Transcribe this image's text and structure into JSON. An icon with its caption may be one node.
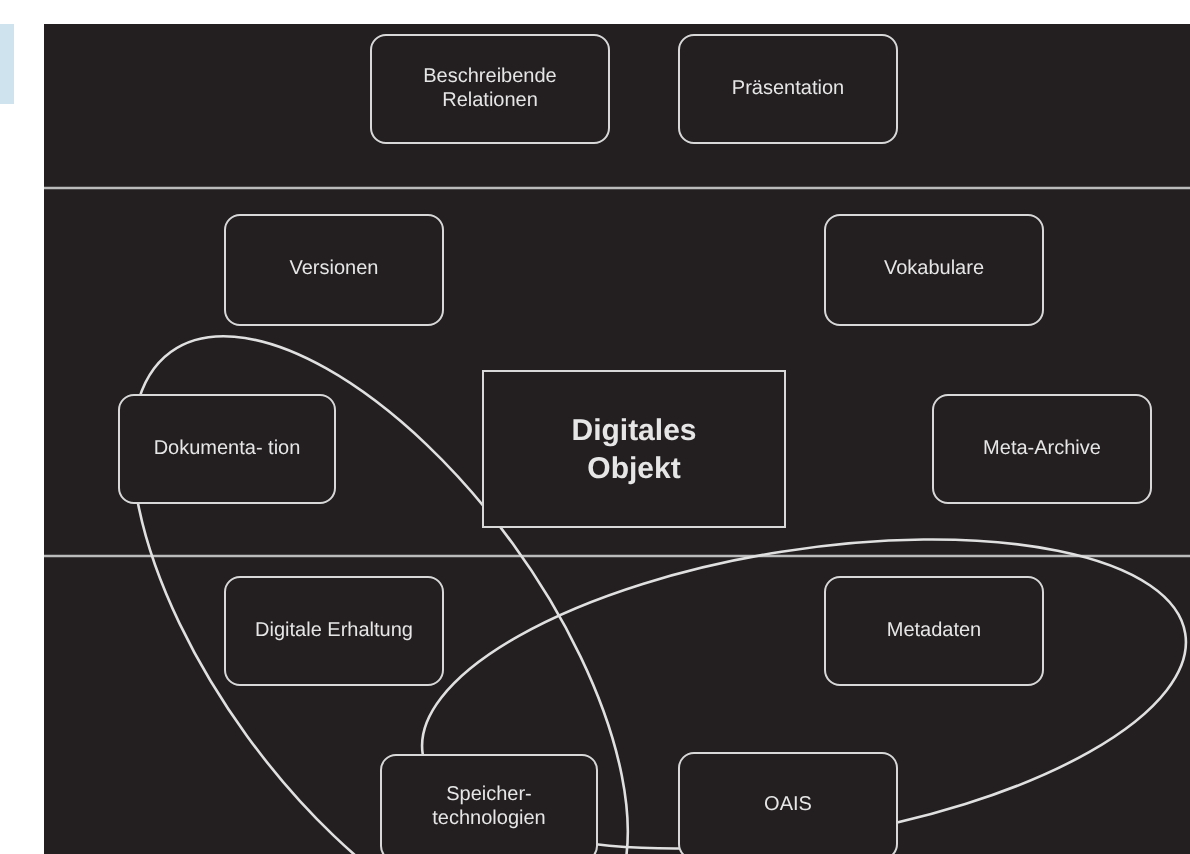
{
  "diagram": {
    "nodes": [
      {
        "text": [
          "Beschreibende Relationen"
        ]
      },
      {
        "text": [
          "Präsentation"
        ]
      },
      {
        "text": [
          "Versionen"
        ]
      },
      {
        "text": [
          "Vokabulare"
        ]
      },
      {
        "text": [
          "Dokumenta- tion"
        ]
      },
      {
        "text": [
          "Digitales Objekt"
        ]
      },
      {
        "text": [
          "Meta-Archive"
        ]
      },
      {
        "text": [
          "Digitale Erhaltung"
        ]
      },
      {
        "text": [
          "Metadaten"
        ]
      },
      {
        "text": [
          "Speicher- technologien"
        ]
      },
      {
        "text": [
          "OAIS"
        ]
      }
    ]
  }
}
